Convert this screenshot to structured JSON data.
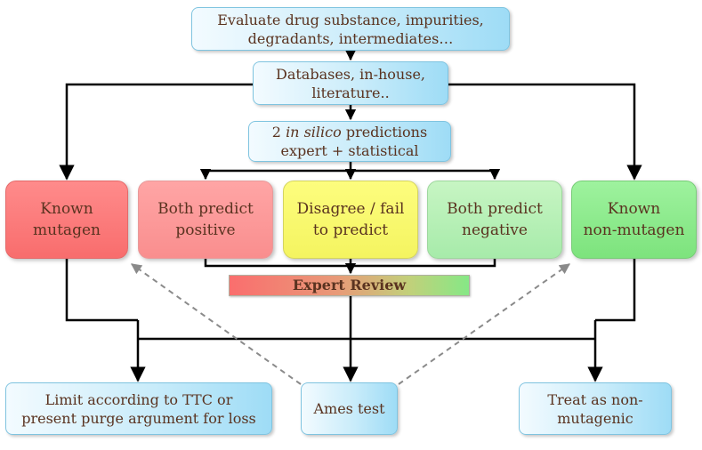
{
  "nodes": {
    "evaluate": {
      "lines": [
        "Evaluate drug substance, impurities,",
        "degradants, intermediates…"
      ]
    },
    "databases": {
      "lines": [
        "Databases, in-house,",
        "literature.."
      ]
    },
    "predictions": {
      "line1_prefix": "2 ",
      "line1_italic": "in silico",
      "line1_suffix": " predictions",
      "line2": "expert + statistical"
    },
    "known_mutagen": {
      "lines": [
        "Known",
        "mutagen"
      ],
      "color": "#f86d6d"
    },
    "both_positive": {
      "lines": [
        "Both predict",
        "positive"
      ],
      "color": "#f98e8e"
    },
    "disagree": {
      "lines": [
        "Disagree / fail",
        "to predict"
      ],
      "color": "#f4f460"
    },
    "both_negative": {
      "lines": [
        "Both predict",
        "negative"
      ],
      "color": "#a7ebaa"
    },
    "known_non_mutagen": {
      "lines": [
        "Known",
        "non-mutagen"
      ],
      "color": "#7de37d"
    },
    "expert_review": {
      "label": "Expert Review"
    },
    "limit_ttc": {
      "lines": [
        "Limit according to TTC or",
        "present purge argument for loss"
      ]
    },
    "ames": {
      "lines": [
        "Ames test"
      ]
    },
    "treat_non": {
      "lines": [
        "Treat as non-",
        "mutagenic"
      ]
    }
  },
  "colors": {
    "arrow": "#000000",
    "dashed_arrow": "#8a8a8a",
    "text": "#5a3320",
    "box_blue": "#c9ecfa"
  }
}
